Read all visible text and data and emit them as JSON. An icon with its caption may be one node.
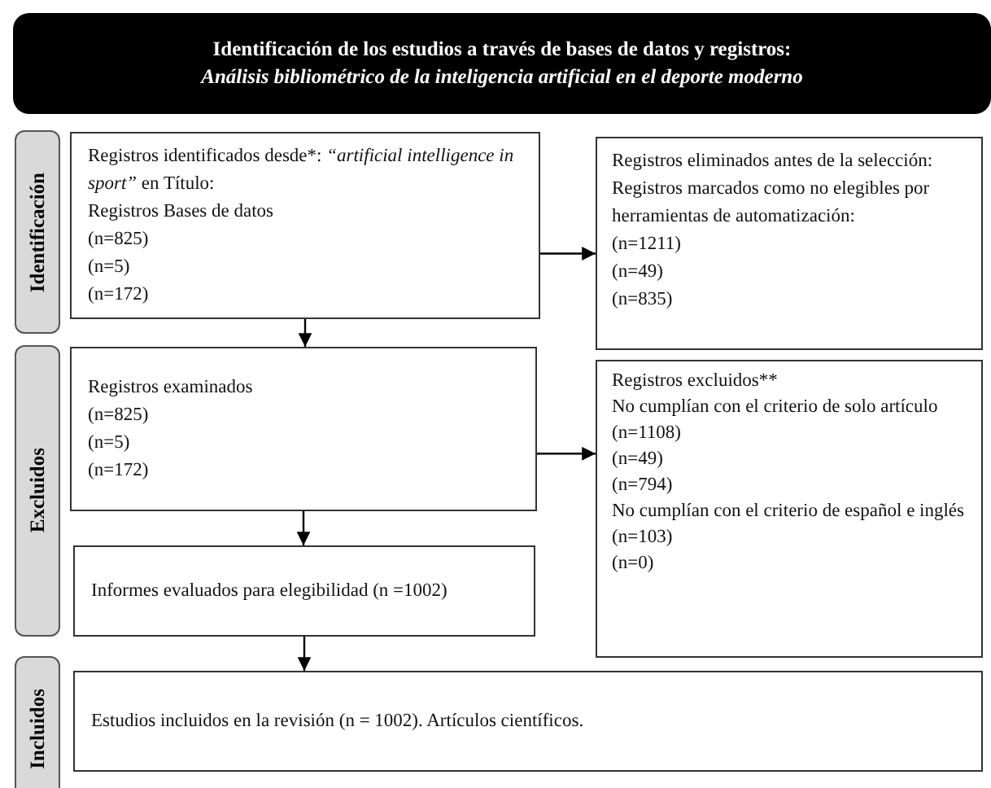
{
  "diagram": {
    "nodes": [
      {
        "text": [
          "Identificación de los estudios a través de bases de datos y registros:",
          "Análisis bibliométrico de la inteligencia artificial en el deporte moderno"
        ]
      },
      {
        "text": [
          "Identificación"
        ]
      },
      {
        "text": [
          "Registros identificados desde*: *“artificial intelligence in sport”* en Título:",
          "Registros Bases de datos",
          "(n=825)",
          "(n=5)",
          "(n=172)"
        ]
      },
      {
        "text": [
          "Registros eliminados antes de la selección:",
          "Registros marcados como no elegibles por herramientas de automatización:",
          "(n=1211)",
          "(n=49)",
          "(n=835)"
        ]
      },
      {
        "text": [
          "Excluidos"
        ]
      },
      {
        "text": [
          "Registros examinados",
          "(n=825)",
          "(n=5)",
          "(n=172)"
        ]
      },
      {
        "text": [
          "Registros excluidos**",
          "No cumplían con el criterio de solo artículo",
          "(n=1108)",
          "(n=49)",
          "(n=794)",
          "No cumplían con el criterio de español e inglés",
          "(n=103)",
          "(n=0)"
        ]
      },
      {
        "text": [
          "Informes evaluados para elegibilidad (n =1002)"
        ]
      },
      {
        "text": [
          "Incluidos"
        ]
      },
      {
        "text": [
          "Estudios incluidos en la revisión (n = 1002). Artículos científicos."
        ]
      }
    ],
    "edges": [
      {
        "from": 2,
        "to": 3,
        "arrow": "to"
      },
      {
        "from": 2,
        "to": 5,
        "arrow": "to"
      },
      {
        "from": 5,
        "to": 6,
        "arrow": "to"
      },
      {
        "from": 5,
        "to": 7,
        "arrow": "to"
      },
      {
        "from": 7,
        "to": 9,
        "arrow": "to"
      }
    ]
  }
}
